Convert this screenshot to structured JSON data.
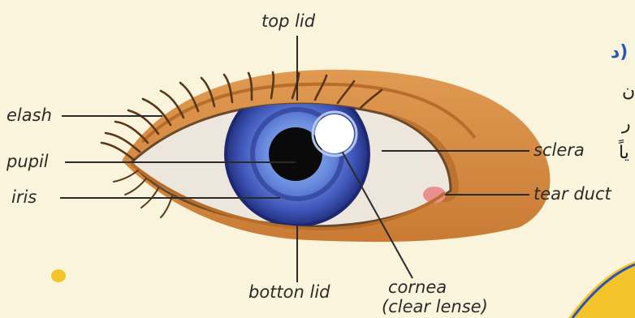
{
  "labels": {
    "top_lid": "top lid",
    "eyelash": "elash",
    "pupil": "pupil",
    "iris": "iris",
    "sclera": "sclera",
    "tear_duct": "tear duct",
    "bottom_lid": "botton lid",
    "cornea_line1": "cornea",
    "cornea_line2": "(clear lense)"
  },
  "side_text": {
    "heading": "د)",
    "line1": "ن",
    "line2": "ر",
    "line3": "ياً"
  },
  "colors": {
    "background": "#fbf4dc",
    "skin": "#d98f45",
    "skin_shadow": "#b86e2a",
    "sclera": "#ede6dc",
    "iris_outer": "#2e3f96",
    "iris_inner": "#6c8ee0",
    "pupil": "#0a0a0a",
    "label_lines": "#2a2a2a",
    "accent_blue": "#2a55b5",
    "accent_yellow": "#f4c52b"
  }
}
